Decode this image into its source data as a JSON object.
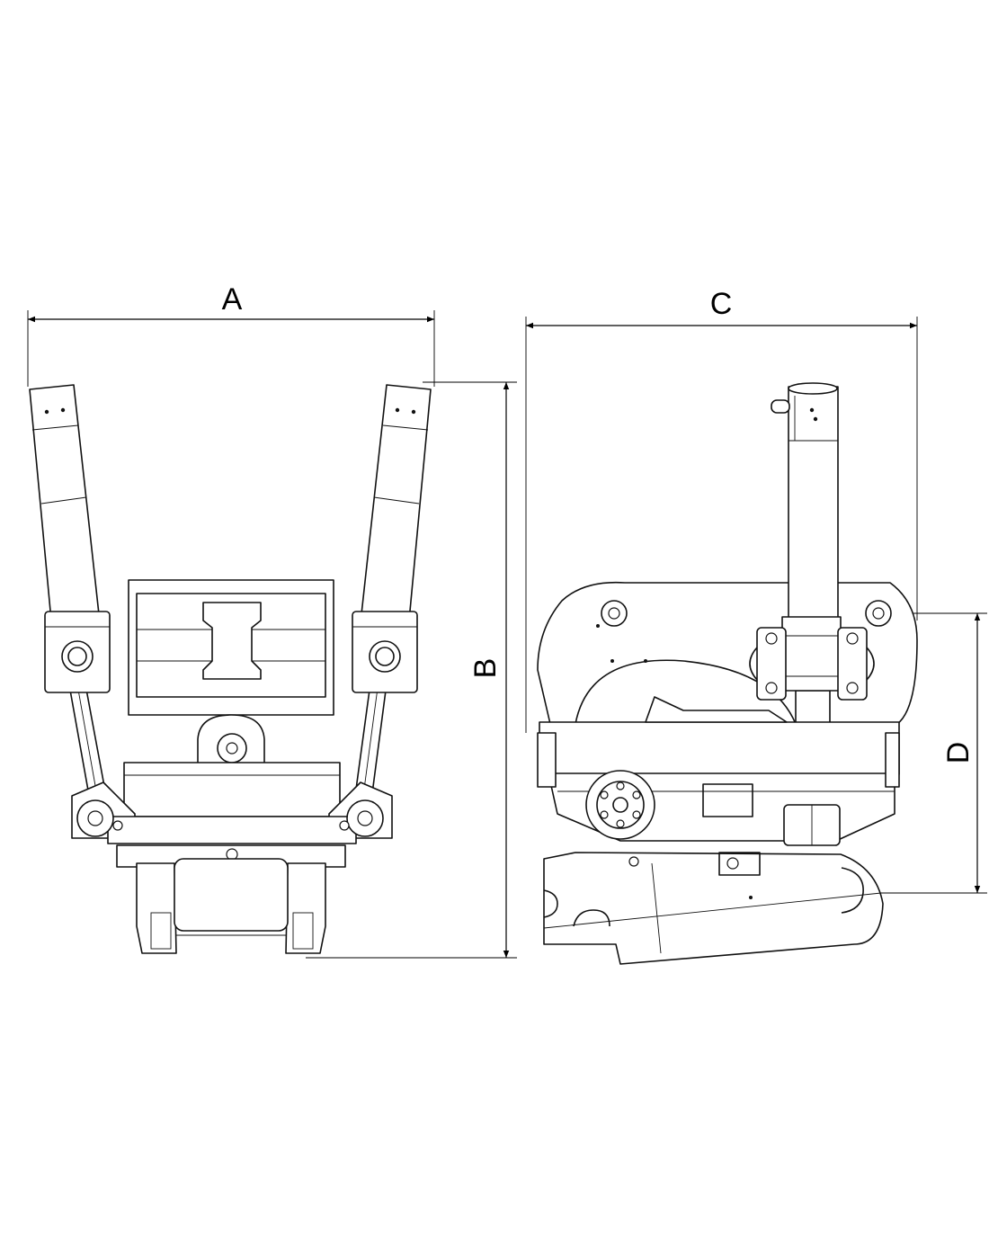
{
  "dimensions": {
    "a": "A",
    "b": "B",
    "c": "C",
    "d": "D"
  },
  "views": {
    "front": "tiltrotator-front-view",
    "side": "tiltrotator-side-view"
  },
  "colors": {
    "line": "#111111",
    "background": "#ffffff"
  }
}
